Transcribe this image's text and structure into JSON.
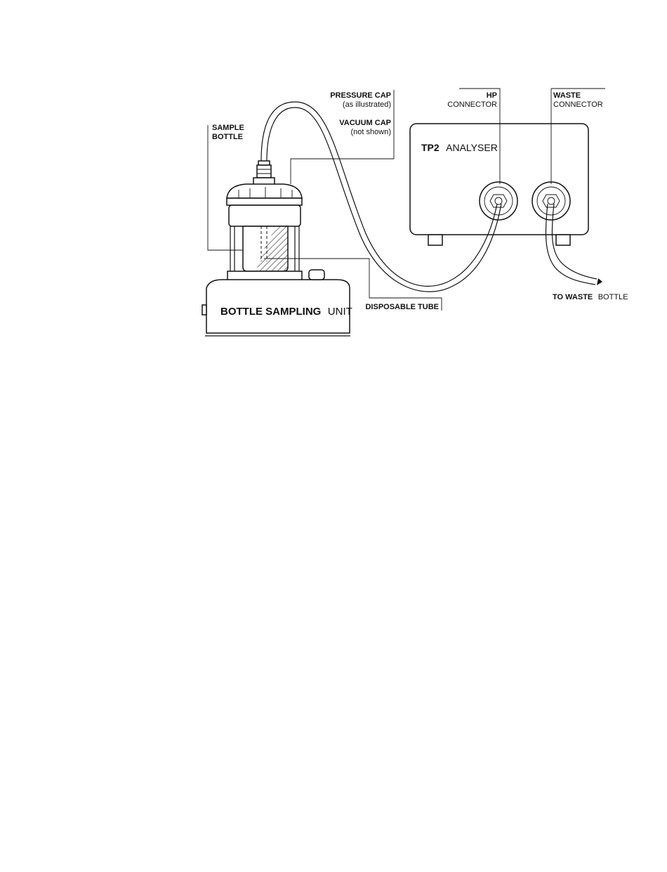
{
  "labels": {
    "pressure_cap": "PRESSURE CAP",
    "pressure_cap_note": "(as illustrated)",
    "vacuum_cap": "VACUUM CAP",
    "vacuum_cap_note": "(not shown)",
    "sample_bottle_line1": "SAMPLE",
    "sample_bottle_line2": "BOTTLE",
    "hp": "HP",
    "hp_connector": "CONNECTOR",
    "waste": "WASTE",
    "waste_connector": "CONNECTOR",
    "disposable_tube": "DISPOSABLE TUBE",
    "to_waste": "TO WASTE",
    "to_waste_bottle": "BOTTLE"
  },
  "analyser": {
    "name_bold": "TP2",
    "name_rest": "ANALYSER"
  },
  "sampling_unit": {
    "name_bold": "BOTTLE SAMPLING",
    "name_rest": "UNIT"
  }
}
